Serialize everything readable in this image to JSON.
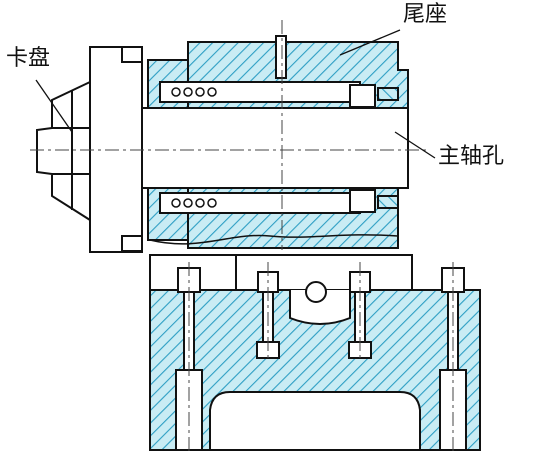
{
  "labels": {
    "chuck": "卡盘",
    "tailstock": "尾座",
    "spindle_bore": "主轴孔"
  },
  "colors": {
    "line": "#111111",
    "hatch_bg": "#c9ecf4",
    "hatch_line": "#2e9fc4",
    "centerline": "#444444"
  }
}
